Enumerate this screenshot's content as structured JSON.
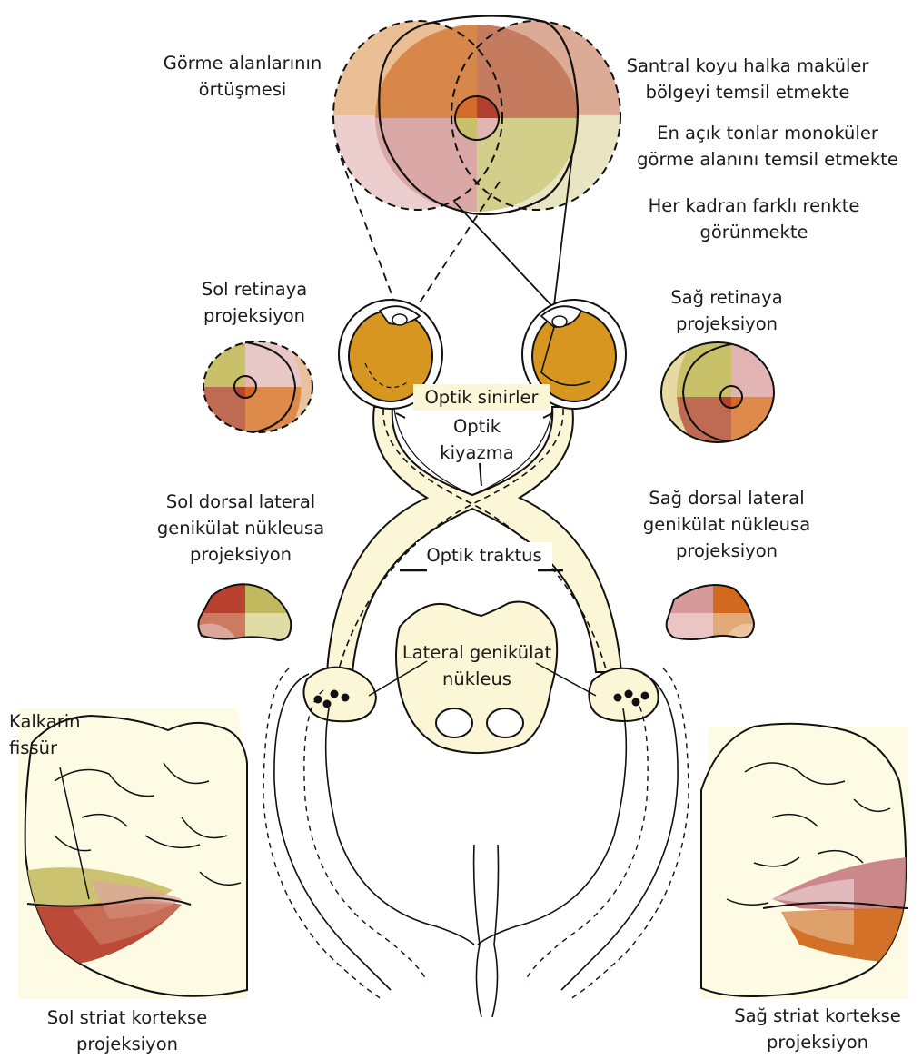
{
  "labels": {
    "overlap": [
      "Görme alanlarının",
      "örtüşmesi"
    ],
    "central_ring": [
      "Santral koyu halka maküler",
      "bölgeyi temsil etmekte"
    ],
    "lightest_tones": [
      "En açık tonlar monoküler",
      "görme alanını temsil etmekte"
    ],
    "quadrant_colors": [
      "Her kadran farklı renkte",
      "görünmekte"
    ],
    "left_retina": [
      "Sol retinaya",
      "projeksiyon"
    ],
    "right_retina": [
      "Sağ retinaya",
      "projeksiyon"
    ],
    "optic_nerves": "Optik sinirler",
    "optic_chiasm": [
      "Optik",
      "kiyazma"
    ],
    "left_lgn": [
      "Sol dorsal lateral",
      "genikülat nükleusa",
      "projeksiyon"
    ],
    "right_lgn": [
      "Sağ dorsal lateral",
      "genikülat nükleusa",
      "projeksiyon"
    ],
    "optic_tract": "Optik traktus",
    "lateral_geniculate": [
      "Lateral genikülat",
      "nükleus"
    ],
    "calcarine": [
      "Kalkarin",
      "fissür"
    ],
    "left_cortex": [
      "Sol striat kortekse",
      "projeksiyon"
    ],
    "right_cortex": [
      "Sağ striat kortekse",
      "projeksiyon"
    ]
  },
  "colors": {
    "upper_left_quadrant": "#c9c06a",
    "upper_right_quadrant": "#e2b4b4",
    "lower_left_quadrant": "#b8402e",
    "lower_right_quadrant": "#d2691e",
    "field_upper_left": "#d8874a",
    "field_upper_right": "#c47b5e",
    "field_lower_left": "#dba8a8",
    "field_lower_right": "#d3cf8a",
    "eye": "#d69620",
    "pathway": "#fbf6d6",
    "cortex": "#fdfbe4",
    "outline": "#111111"
  }
}
